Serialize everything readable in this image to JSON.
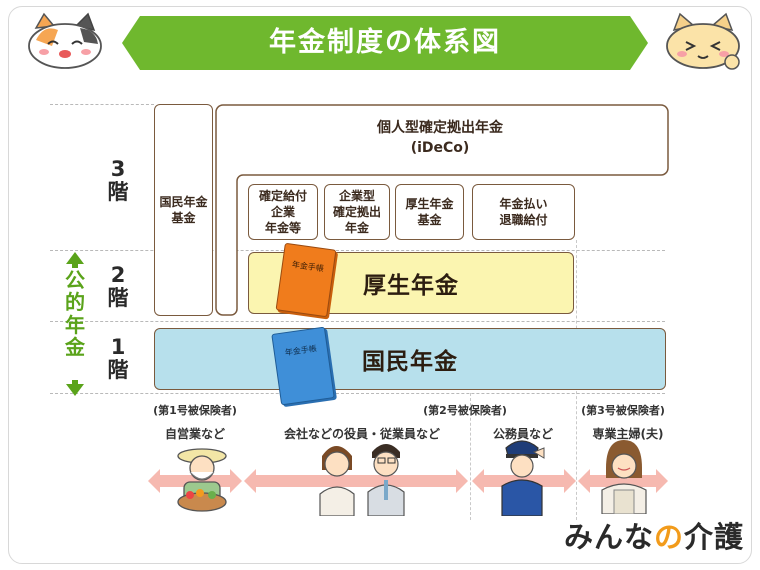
{
  "title": "年金制度の体系図",
  "tiers": {
    "tier3": "3\n階",
    "tier2": "2\n階",
    "tier1": "1\n階"
  },
  "public_pension_label": "公\n的\n年\n金",
  "boxes": {
    "national_pension_fund": "国民年金\n基金",
    "ideco": "個人型確定拠出年金\n(iDeCo)",
    "defined_benefit": "確定給付\n企業\n年金等",
    "corporate_dc": "企業型\n確定拠出\n年金",
    "employees_pension_fund": "厚生年金\n基金",
    "retirement_allowance": "年金払い\n退職給付"
  },
  "bands": {
    "employees_pension": "厚生年金",
    "national_pension": "国民年金"
  },
  "booklets": {
    "orange": "年金手帳",
    "blue": "年金手帳"
  },
  "categories": {
    "cat1": "(第1号被保険者)",
    "cat2": "(第2号被保険者)",
    "cat3": "(第3号被保険者)"
  },
  "jobs": {
    "self_employed": "自営業など",
    "company_employees": "会社などの役員・従業員など",
    "civil_servants": "公務員など",
    "homemakers": "専業主婦(夫)"
  },
  "logo": {
    "part1": "みんな",
    "part2": "の",
    "part3": "介護"
  },
  "colors": {
    "green": "#6fb82e",
    "yellow_band": "#fbf5b0",
    "blue_band": "#b7e0ec",
    "arrow_pink": "#f6b9b0"
  },
  "icons": [
    "cat-face-left-icon",
    "cat-face-right-icon",
    "farmer-illustration",
    "office-workers-illustration",
    "police-officer-illustration",
    "homemaker-illustration"
  ]
}
